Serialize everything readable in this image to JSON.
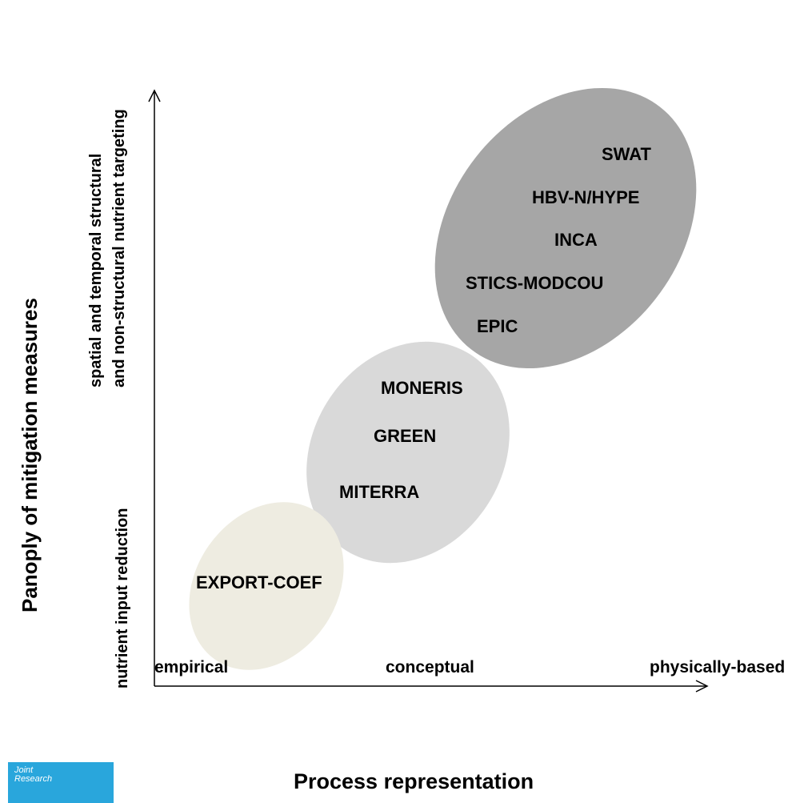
{
  "diagram": {
    "x_axis": {
      "title": "Process representation",
      "ticks": [
        "empirical",
        "conceptual",
        "physically-based"
      ]
    },
    "y_axis": {
      "title": "Panoply of mitigation measures",
      "low_label": "nutrient input reduction",
      "high_label_line1": "spatial and temporal structural",
      "high_label_line2": "and non-structural nutrient targeting"
    },
    "groups": [
      {
        "id": "empirical-group",
        "color": "#eeece1",
        "models": [
          "EXPORT-COEF"
        ]
      },
      {
        "id": "conceptual-group",
        "color": "#d9d9d9",
        "models": [
          "MONERIS",
          "GREEN",
          "MITERRA"
        ]
      },
      {
        "id": "physical-group",
        "color": "#a6a6a6",
        "models": [
          "SWAT",
          "HBV-N/HYPE",
          "INCA",
          "STICS-MODCOU",
          "EPIC"
        ]
      }
    ]
  },
  "logo": {
    "line1": "Joint",
    "line2": "Research"
  }
}
